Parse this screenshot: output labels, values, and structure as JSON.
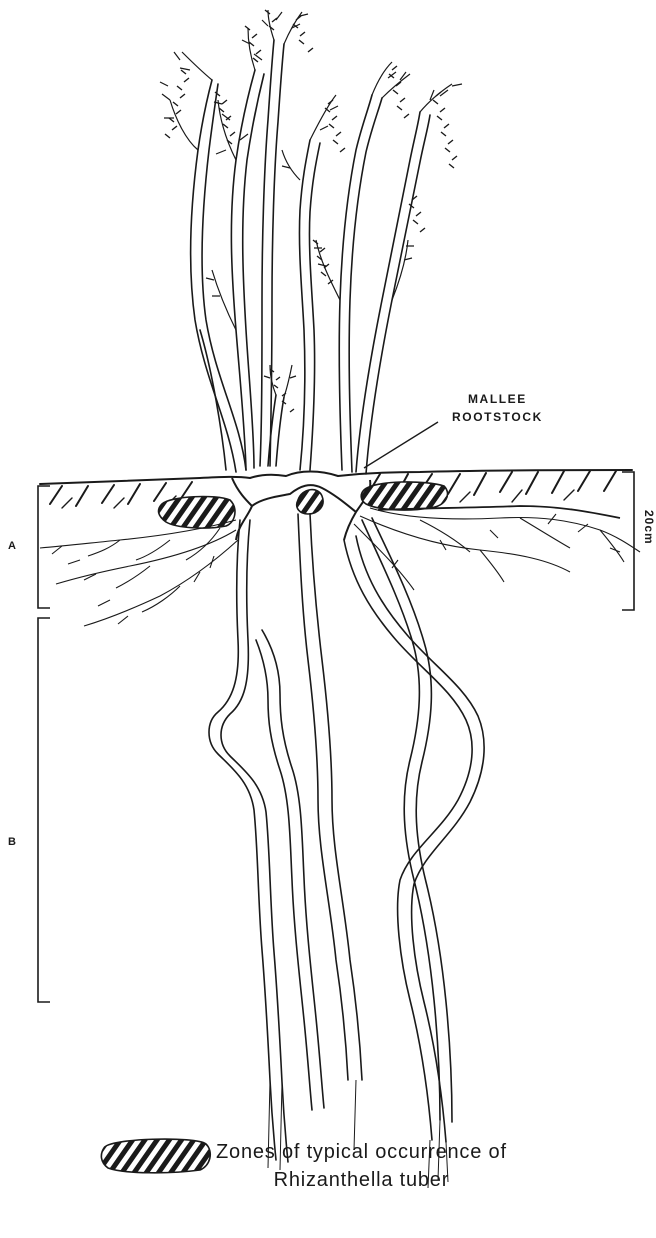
{
  "labels": {
    "rootstock_line1": "MALLEE",
    "rootstock_line2": "ROOTSTOCK",
    "zone_a": "A",
    "zone_b": "B",
    "scale": "20cm"
  },
  "legend": {
    "line1": "Zones of typical occurrence of",
    "line2": "Rhizanthella tuber"
  }
}
